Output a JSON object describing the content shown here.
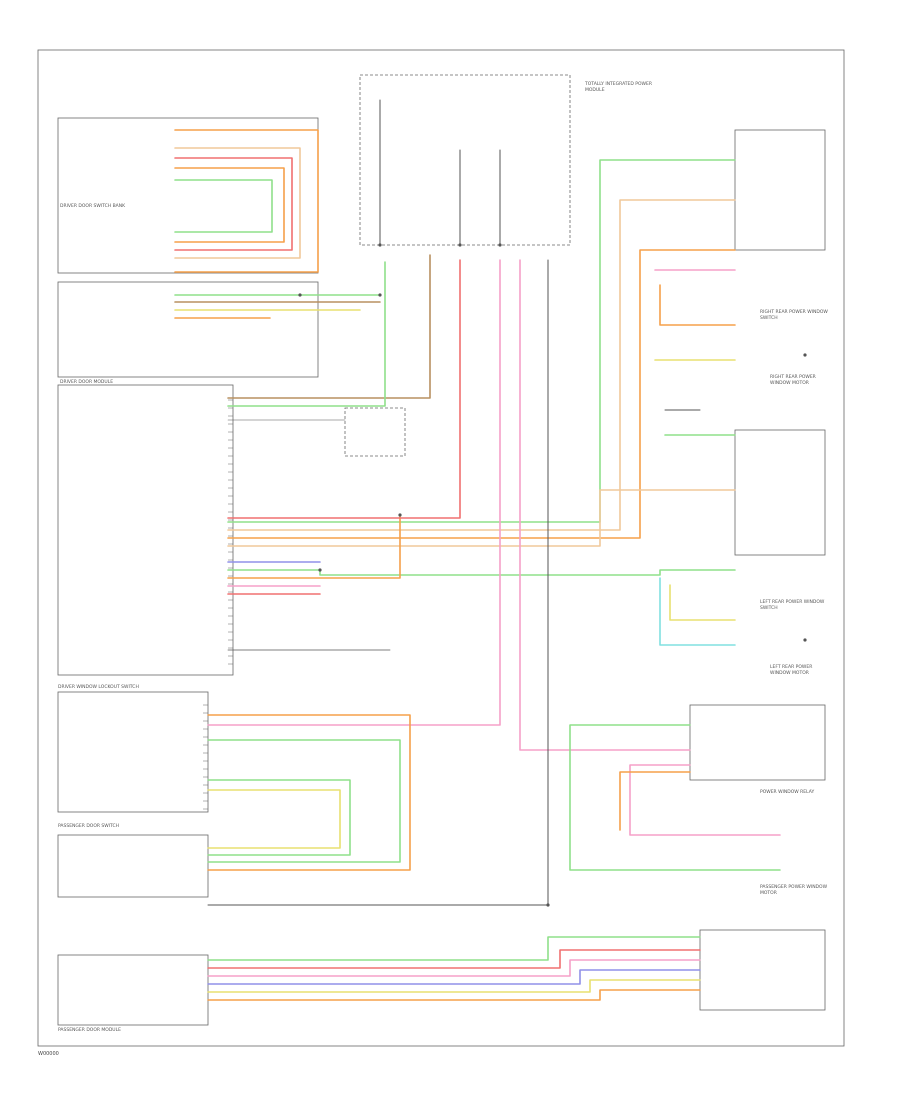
{
  "footer_code": "W00000",
  "colors": {
    "border": "#555555",
    "box": "#666666",
    "wire_black": "#555555",
    "wire_orange": "#f5a04a",
    "wire_tan": "#f0c89a",
    "wire_red": "#f07070",
    "wire_green": "#8fe08a",
    "wire_yellow": "#e8e070",
    "wire_pink": "#f5a0c8",
    "wire_blue": "#9090e8",
    "wire_cyan": "#80e0e0",
    "wire_brown": "#b89060",
    "wire_gray": "#b0b0b0"
  },
  "blocks": {
    "fuse_center": "TOTALLY INTEGRATED POWER MODULE",
    "driver_door_switch": "DRIVER DOOR SWITCH BANK",
    "driver_door_module": "DRIVER DOOR MODULE",
    "passenger_door_switch": "PASSENGER DOOR SWITCH",
    "passenger_door_module": "PASSENGER DOOR MODULE",
    "right_rear_switch": "RIGHT REAR POWER WINDOW SWITCH",
    "left_rear_switch": "LEFT REAR POWER WINDOW SWITCH",
    "driver_window_lockout": "DRIVER WINDOW LOCKOUT SWITCH",
    "power_window_relay": "POWER WINDOW RELAY",
    "right_rear_motor": "RIGHT REAR POWER WINDOW MOTOR",
    "left_rear_motor": "LEFT REAR POWER WINDOW MOTOR",
    "passenger_window_motor": "PASSENGER POWER WINDOW MOTOR"
  }
}
